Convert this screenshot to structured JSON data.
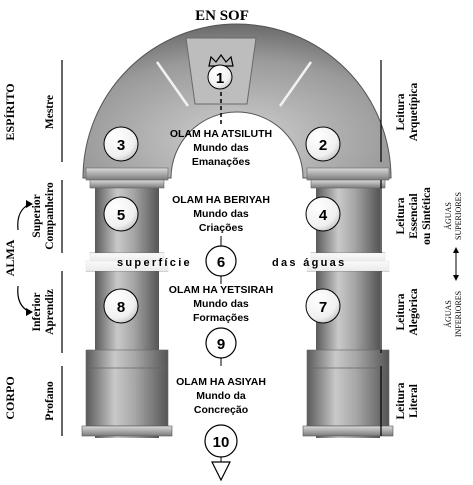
{
  "title": "EN SOF",
  "worlds": [
    {
      "name": "OLAM HA ATSILUTH",
      "sub1": "Mundo das",
      "sub2": "Emanações"
    },
    {
      "name": "OLAM HA BERIYAH",
      "sub1": "Mundo das",
      "sub2": "Criações"
    },
    {
      "name": "OLAM HA YETSIRAH",
      "sub1": "Mundo das",
      "sub2": "Formações"
    },
    {
      "name": "OLAM HA ASIYAH",
      "sub1": "Mundo da",
      "sub2": "Concreção"
    }
  ],
  "nodes": [
    "1",
    "2",
    "3",
    "4",
    "5",
    "6",
    "7",
    "8",
    "9",
    "10"
  ],
  "water_left": "superfície",
  "water_right": "das águas",
  "left_groups": {
    "espirito": "ESPÍRITO",
    "alma": "ALMA",
    "corpo": "CORPO"
  },
  "left_labels": {
    "mestre": "Mestre",
    "superior": "Superior",
    "companheiro": "Companheiro",
    "inferior": "Inferior",
    "aprendiz": "Aprendiz",
    "profano": "Profano"
  },
  "right_labels": {
    "arquetipica_1": "Leitura",
    "arquetipica_2": "Arquetípica",
    "essencial_1": "Leitura",
    "essencial_2": "Essencial",
    "essencial_3": "ou Sintética",
    "alegorica_1": "Leitura",
    "alegorica_2": "Alegórica",
    "literal_1": "Leitura",
    "literal_2": "Literal"
  },
  "waters": {
    "superiores_1": "ÁGUAS",
    "superiores_2": "SUPERIORES",
    "inferiores_1": "ÁGUAS",
    "inferiores_2": "INFERIORES"
  },
  "colors": {
    "stone": "#9a9a9a",
    "stone_dark": "#5c5c5c",
    "stone_light": "#d6d6d6"
  }
}
